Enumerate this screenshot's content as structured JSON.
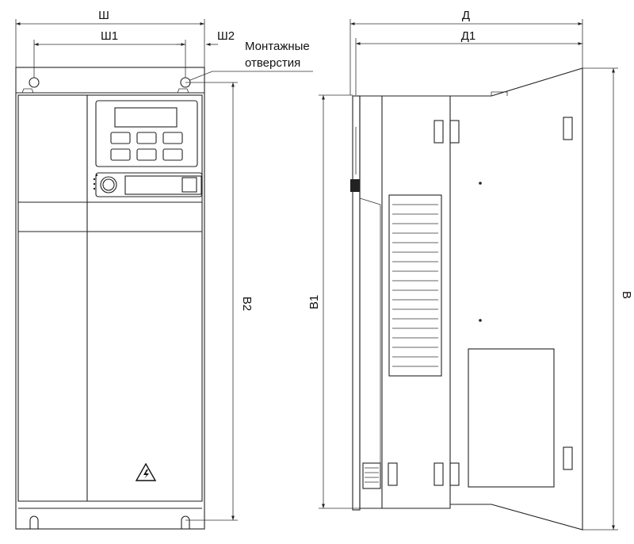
{
  "dimensions": {
    "width_total": "Ш",
    "width_holes": "Ш1",
    "width_offset": "Ш2",
    "height_holes": "В2",
    "depth_total": "Д",
    "depth_body": "Д1",
    "height_body": "В1",
    "height_total": "В"
  },
  "callout": {
    "line1": "Монтажные",
    "line2": "отверстия"
  },
  "icons": {
    "warning": "high-voltage-warning-icon"
  }
}
